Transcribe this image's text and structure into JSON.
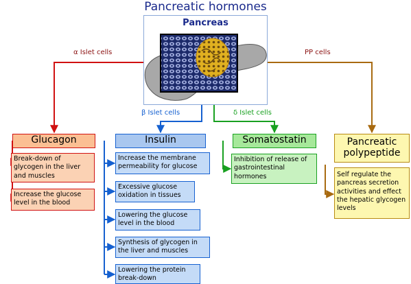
{
  "title": "Pancreatic hormones",
  "organ_label": "Pancreas",
  "edges": {
    "alpha": "α Islet cells",
    "beta": "β Islet cells",
    "delta": "δ Islet cells",
    "pp": "PP cells"
  },
  "hormones": {
    "glucagon": {
      "name": "Glucagon",
      "functions": [
        "Break-down of glycogen in the liver and muscles",
        "Increase the glucose level in the blood"
      ]
    },
    "insulin": {
      "name": "Insulin",
      "functions": [
        "Increase the membrane permeability for glucose",
        "Excessive glucose oxidation in tissues",
        "Lowering the glucose level in the blood",
        "Synthesis of glycogen in the liver and muscles",
        "Lowering the protein break-down"
      ]
    },
    "somatostatin": {
      "name": "Somatostatin",
      "functions": [
        "Inhibition of release of gastrointestinal hormones"
      ]
    },
    "pp": {
      "name": "Pancreatic polypeptide",
      "functions": [
        "Self regulate the pancreas secretion activities and effect the hepatic glycogen levels"
      ]
    }
  },
  "colors": {
    "title": "#1a2a8c",
    "alpha_line": "#d01010",
    "beta_line": "#1560d0",
    "delta_line": "#18a020",
    "pp_line": "#a86a10",
    "glucagon_fill": "#fbbf93",
    "glucagon_item_fill": "#fbd2b4",
    "insulin_fill": "#a9c7ef",
    "insulin_item_fill": "#c4dbf7",
    "somatostatin_fill": "#a6e89a",
    "somatostatin_item_fill": "#c8f2c0",
    "pp_fill": "#fdf7b0",
    "pp_item_fill": "#fdf7b0"
  }
}
